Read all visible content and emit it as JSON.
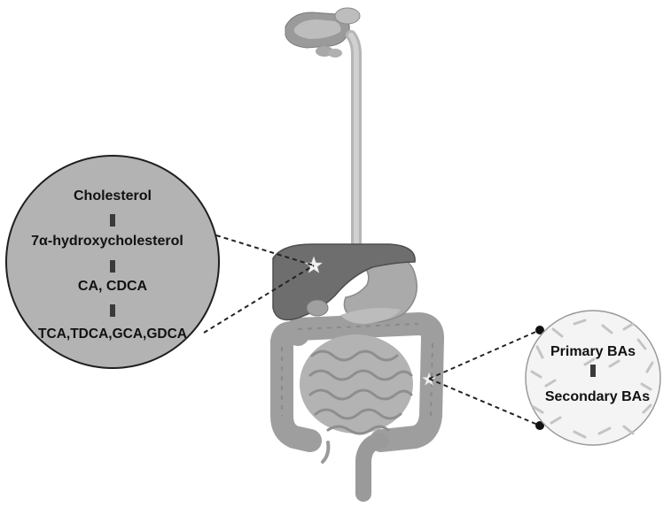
{
  "liver_pathway": {
    "steps": [
      "Cholesterol",
      "7α-hydroxycholesterol",
      "CA, CDCA",
      "TCA,TDCA,GCA,GDCA"
    ]
  },
  "gut_conversion": {
    "steps": [
      "Primary BAs",
      "Secondary BAs"
    ]
  },
  "colors": {
    "left_circle": "#b3b3b3",
    "liver": "#6f6f6f",
    "intestine": "#a9a9a9",
    "esophagus": "#c8c8c8",
    "star": "#efefef",
    "dashed_line": "#222222"
  }
}
